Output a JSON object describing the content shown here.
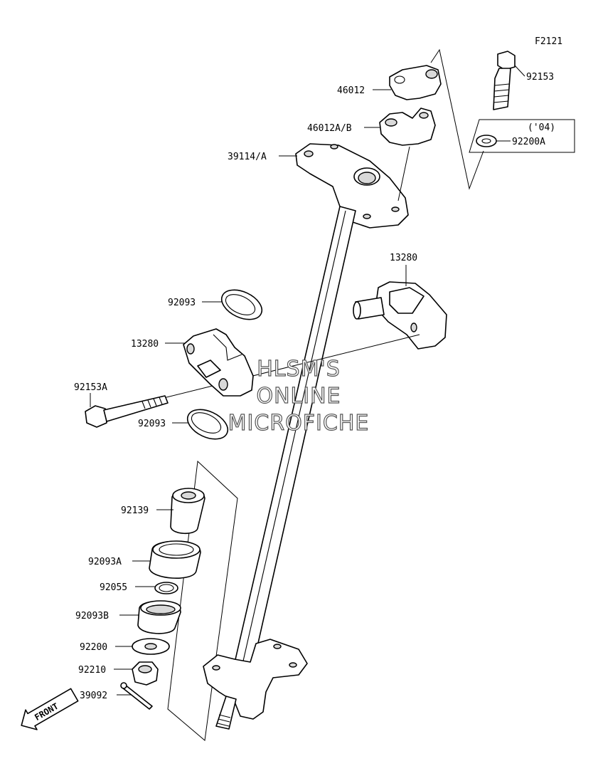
{
  "figure_code": "F2121",
  "year_note": "('04)",
  "watermark": [
    "HLSM'S",
    "ONLINE",
    "MICROFICHE"
  ],
  "front_label": "FRONT",
  "labels": {
    "p46012": "46012",
    "p92153": "92153",
    "p46012ab": "46012A/B",
    "p39114a": "39114/A",
    "p92200a": "92200A",
    "p13280_right": "13280",
    "p92093_top": "92093",
    "p13280_left": "13280",
    "p92153a": "92153A",
    "p92093_bottom": "92093",
    "p92139": "92139",
    "p92093a": "92093A",
    "p92055": "92055",
    "p92093b": "92093B",
    "p92200": "92200",
    "p92210": "92210",
    "p39092": "39092"
  }
}
